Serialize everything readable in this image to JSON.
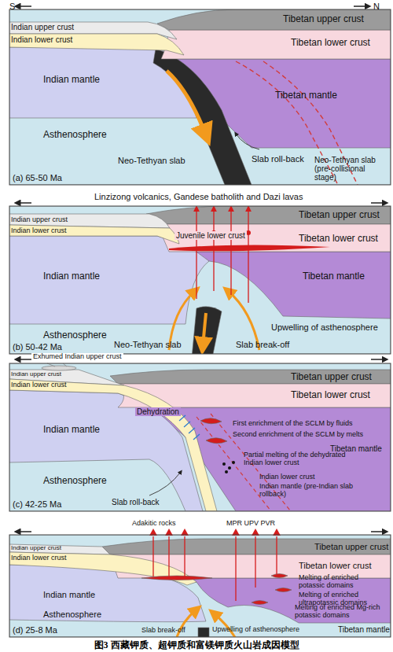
{
  "diagram": {
    "caption": "图3 西藏钾质、超钾质和富镁钾质火山岩成因模型",
    "labels": [
      "S",
      "N",
      "Indian upper crust",
      "Tibetan upper crust",
      "Indian lower crust",
      "Tibetan lower crust",
      "Indian mantle",
      "Tibetan mantle",
      "Asthenosphere",
      "Neo-Tethyan slab",
      "Slab roll-back",
      "Neo-Tethyan slab (pre-collisional stage)",
      "(a) 65-50 Ma",
      "Linzizong volcanics, Gandese batholith and Dazi lavas",
      "Tibetan upper crust",
      "Indian upper crust",
      "Juvenile lower crust",
      "Tibetan lower crust",
      "Indian lower crust",
      "Indian mantle",
      "Tibetan mantle",
      "Asthenosphere",
      "Upwelling of asthenosphere",
      "Neo-Tethyan slab",
      "Slab break-off",
      "(b) 50-42 Ma",
      "Exhumed Indian upper crust",
      "Indian upper crust",
      "Tibetan upper crust",
      "Indian lower crust",
      "Tibetan lower crust",
      "Indian mantle",
      "Dehydration",
      "First enrichment of the SCLM by fluids",
      "Second enrichment of the SCLM by melts",
      "Tibetan mantle",
      "Asthenosphere",
      "Partial melting of the dehydrated Indian lower crust",
      "Indian lower crust",
      "Indian mantle (pre-Indian slab rollback)",
      "Slab roll-back",
      "(c) 42-25 Ma",
      "Adakitic rocks",
      "MPR UPV PVR",
      "Indian upper crust",
      "Tibetan upper crust",
      "Indian lower crust",
      "Tibetan lower crust",
      "Indian mantle",
      "Melting of enriched potassic domains",
      "Melting of enriched ultrapotassic domains",
      "Melting of enriched Mg-rich potassic domains",
      "Tibetan mantle",
      "Asthenosphere",
      "Upwelling of asthenosphere",
      "Slab break-off",
      "(d) 25-8 Ma"
    ]
  }
}
